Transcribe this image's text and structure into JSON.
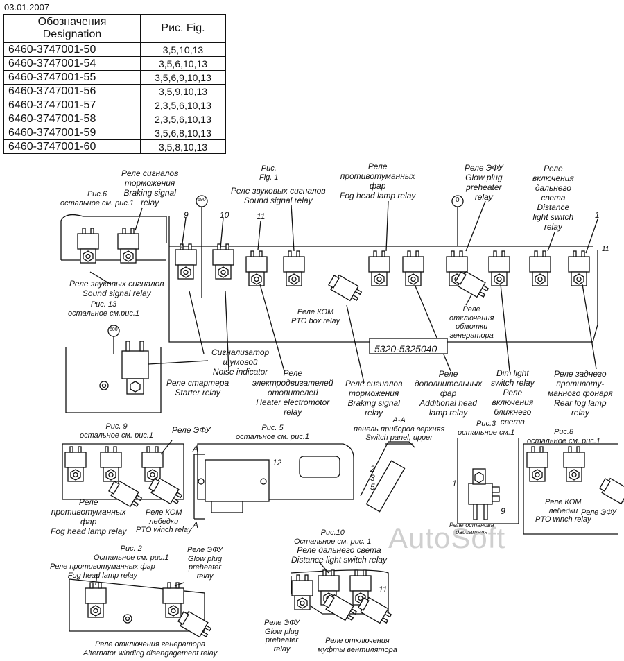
{
  "date": "03.01.2007",
  "table": {
    "header": {
      "designation": "Обозначения\nDesignation",
      "fig": "Рис. Fig."
    },
    "rows": [
      {
        "designation": "6460-3747001-50",
        "fig": "3,5,10,13"
      },
      {
        "designation": "6460-3747001-54",
        "fig": "3,5,6,10,13"
      },
      {
        "designation": "6460-3747001-55",
        "fig": "3,5,6,9,10,13"
      },
      {
        "designation": "6460-3747001-56",
        "fig": "3,5,9,10,13"
      },
      {
        "designation": "6460-3747001-57",
        "fig": "2,3,5,6,10,13"
      },
      {
        "designation": "6460-3747001-58",
        "fig": "2,3,5,6,10,13"
      },
      {
        "designation": "6460-3747001-59",
        "fig": "3,5,6,8,10,13"
      },
      {
        "designation": "6460-3747001-60",
        "fig": "3,5,8,10,13"
      }
    ]
  },
  "labels": {
    "fig1": "Рис.\nFig. 1",
    "fig6": "Рис.6\nостальное см. рис.1",
    "fig13": "Рис. 13\nостальное см.рис.1",
    "braking_top": "Реле сигналов\nторможения\nBraking signal\nrelay",
    "sound_top": "Реле звуковых сигналов\nSound signal relay",
    "fog_top": "Реле\nпротивотуманных\nфар\nFog head lamp relay",
    "glow_top": "Реле ЭФУ\nGlow plug\npreheater\nrelay",
    "distance_top": "Реле\nвключения\nдальнего\nсвета\nDistance\nlight switch\nrelay",
    "sound_fig6": "Реле звуковых сигналов\nSound signal relay",
    "pto_box": "Реле КОМ\nPTO box relay",
    "alt_disengage": "Реле\nотключения\nобмотки\nгенератора",
    "noise": "Сигнализатор\nшумовой\nNoise indicator",
    "starter": "Реле стартера\nStarter relay",
    "heater": "Реле\nэлектродвигателей\nотопителей\nHeater electromotor\nrelay",
    "braking_bot": "Реле сигналов\nторможения\nBraking signal\nrelay",
    "additional": "Реле\nдополнительных\nфар\nAdditional head\nlamp relay",
    "dim": "Dim light\nswitch relay\nРеле\nвключения\nближнего\nсвета",
    "rear_fog": "Реле заднего\nпротивоту-\nманного фонаря\nRear fog lamp\nrelay",
    "fig9": "Рис. 9\nостальное см. рис.1",
    "glow_fig9": "Реле ЭФУ",
    "fog_fig9": "Реле\nпротивотуманных\nфар\nFog head lamp relay",
    "pto_winch_fig9": "Реле КОМ\nлебедки\nPTO winch relay",
    "fig5": "Рис. 5\nостальное см. рис.1",
    "aa": "А-А\nпанель приборов верхняя\nSwitch panel, upper",
    "fig3": "Рис.3\nостальное см.1",
    "engine_stop": "Реле останова\nдвигателя",
    "fig8": "Рис.8\nостальное см. рис.1",
    "pto_winch_fig8": "Реле КОМ\nлебедки\nPTO winch relay",
    "glow_fig8": "Реле ЭФУ",
    "fig2": "Рис. 2\nОстальное см. рис.1",
    "fog_fig2": "Реле противотуманных фар\nFog head lamp relay",
    "glow_fig2": "Реле ЭФУ\nGlow plug\npreheater\nrelay",
    "alt_fig2": "Реле отключения генератора\nAlternator winding disengagement relay",
    "fig10": "Рис.10\nОстальное см. рис. 1",
    "distance_fig10": "Реле дальнего света\nDistance light switch relay",
    "glow_fig10": "Реле ЭФУ\nGlow plug\npreheater\nrelay",
    "fan_clutch": "Реле отключения\nмуфты вентилятора",
    "code": "5320-5325040",
    "watermark": "AutoSoft"
  },
  "numbers": {
    "n9": "9",
    "n10": "10",
    "n11": "11",
    "n1": "1",
    "n11b": "11",
    "c690": "690",
    "c0": "0",
    "c600": "600",
    "n12": "12",
    "na1": "A",
    "na2": "A",
    "n2": "2",
    "n3": "3",
    "n5": "5",
    "n1b": "1",
    "n9b": "9",
    "n11c": "11"
  }
}
